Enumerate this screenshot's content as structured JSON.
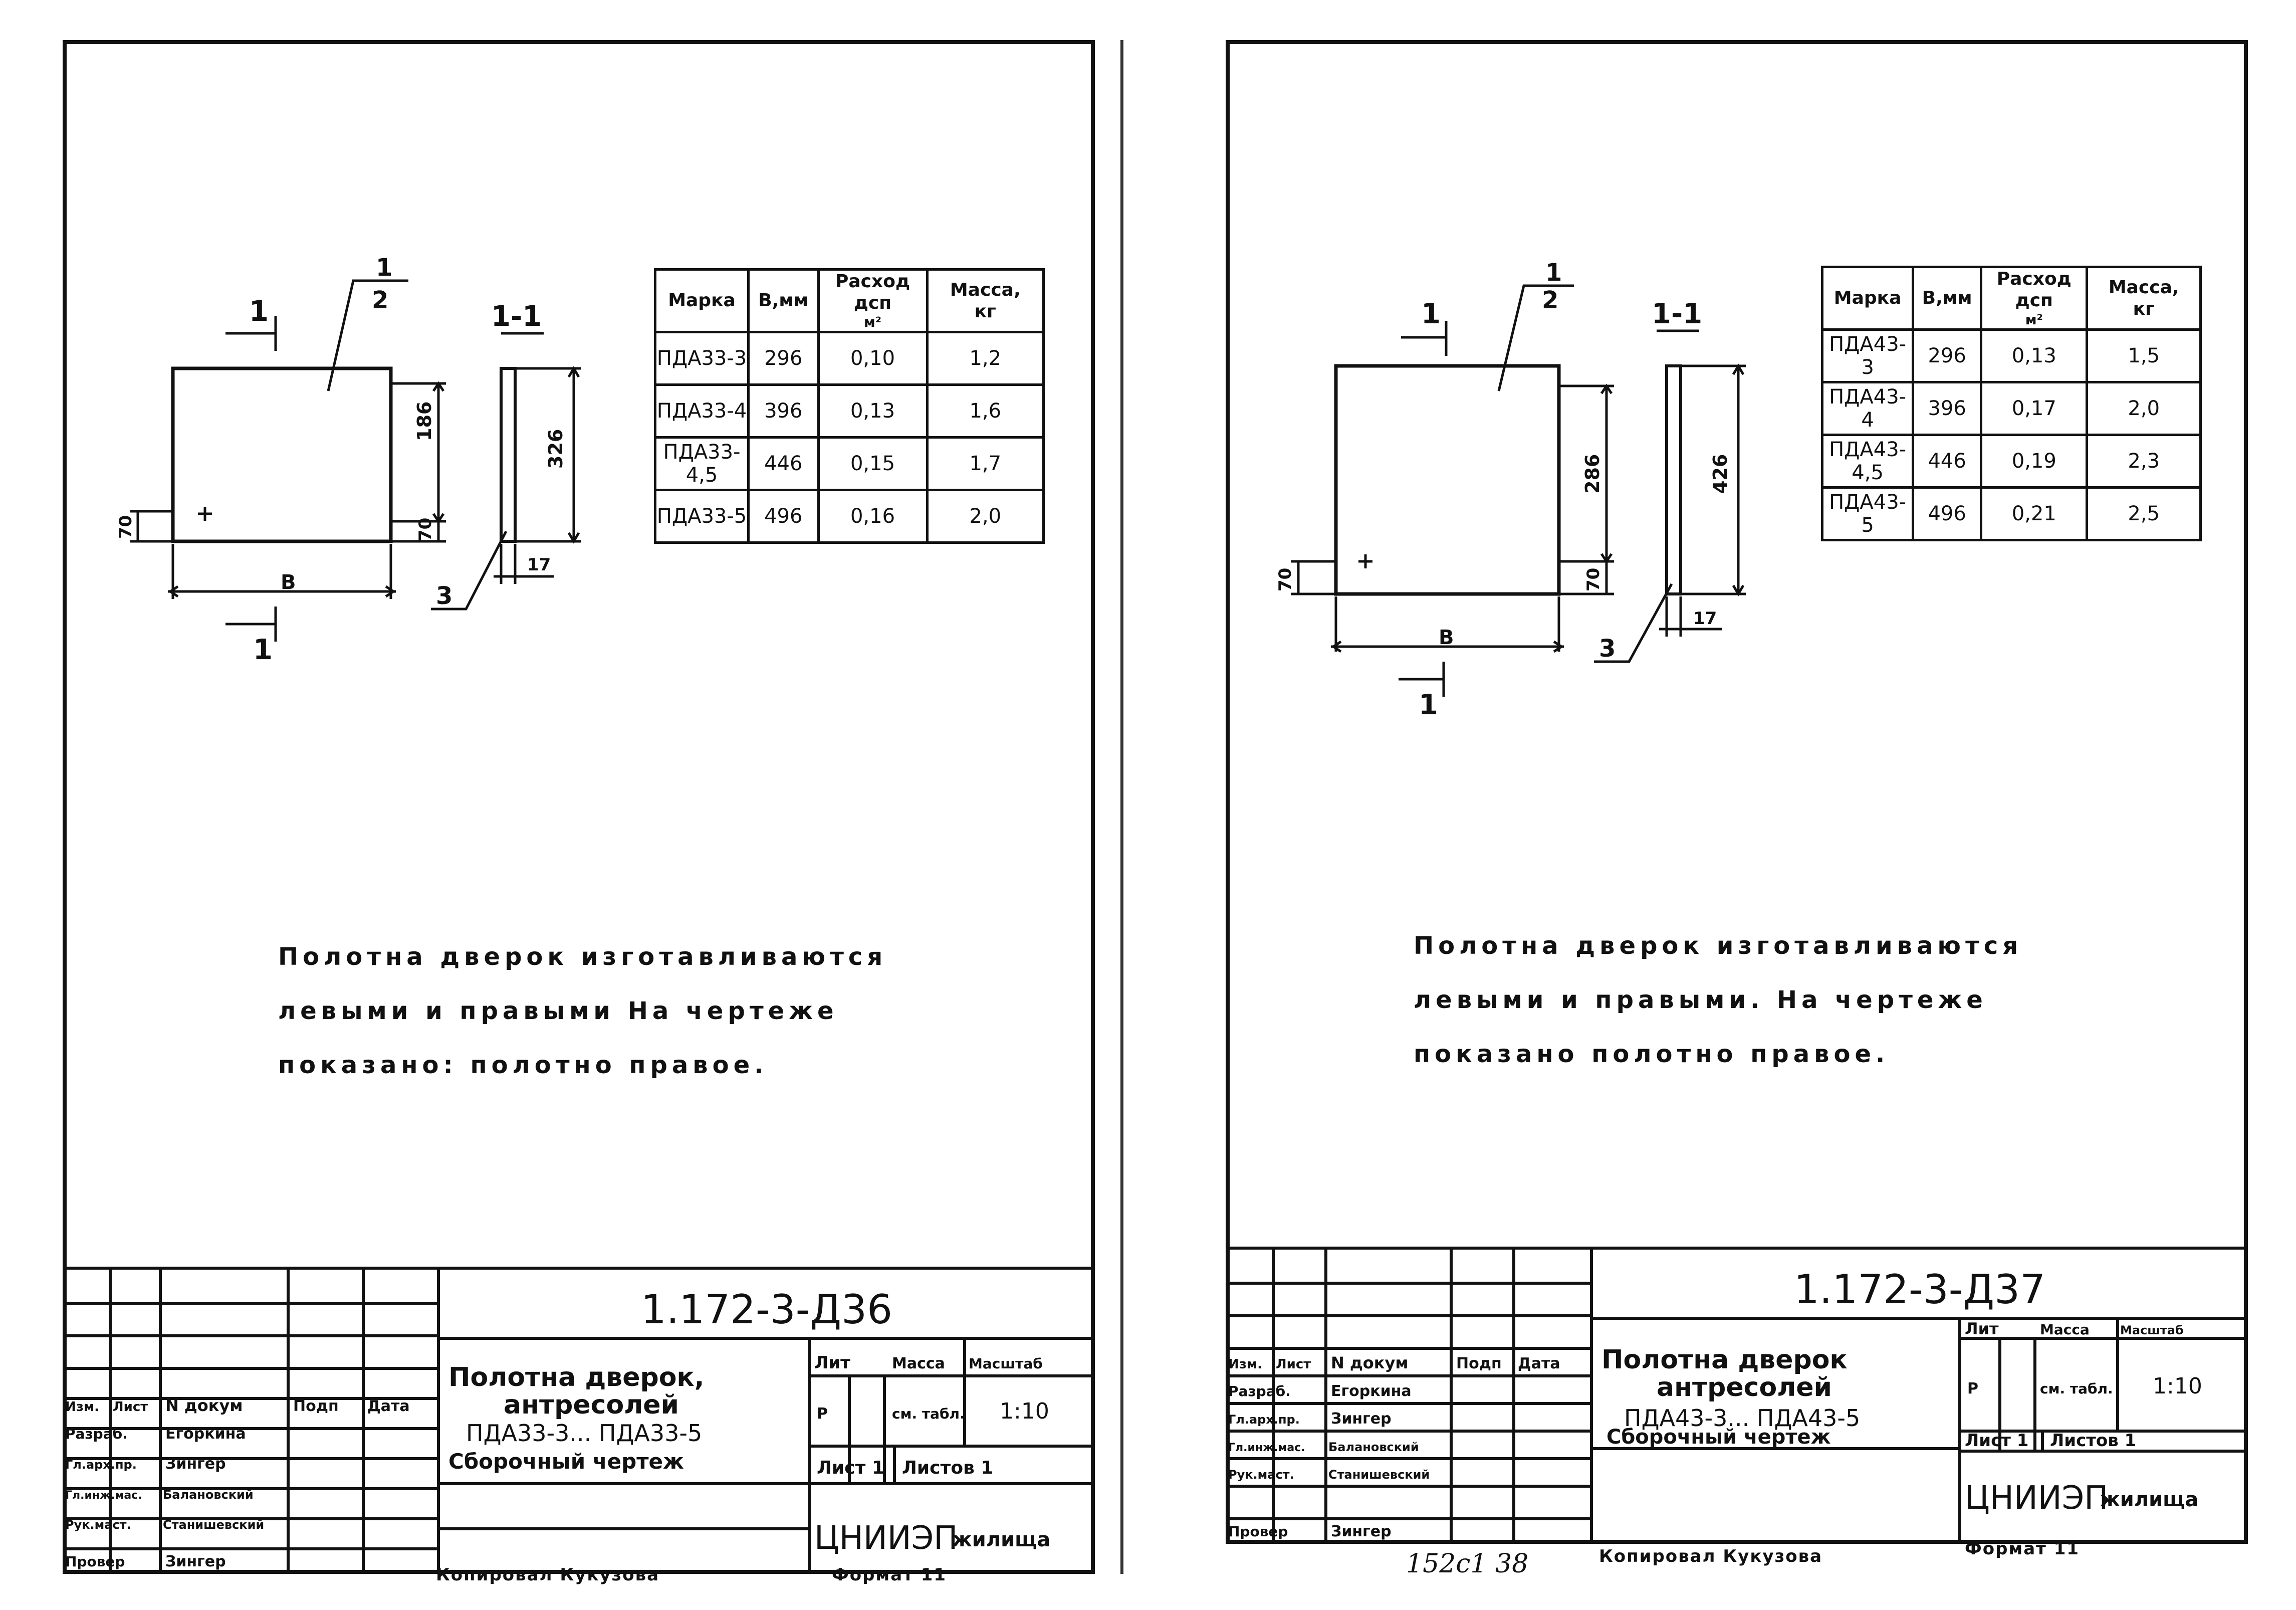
{
  "left": {
    "drawing": {
      "leader": "1",
      "leader_sub": "2",
      "section_mark": "1",
      "section_title": "1-1",
      "width_letter": "В",
      "dim_height": "186",
      "dim_full": "326",
      "dim_offset_left": "70",
      "dim_offset_right": "70",
      "thickness": "17",
      "callout": "3"
    },
    "table": {
      "headers": [
        "Марка",
        "В,мм",
        "Расход",
        "дсп",
        "м²",
        "Масса,",
        "кг"
      ],
      "rows": [
        [
          "ПДА33-3",
          "296",
          "0,10",
          "1,2"
        ],
        [
          "ПДА33-4",
          "396",
          "0,13",
          "1,6"
        ],
        [
          "ПДА33-4,5",
          "446",
          "0,15",
          "1,7"
        ],
        [
          "ПДА33-5",
          "496",
          "0,16",
          "2,0"
        ]
      ]
    },
    "note": [
      "Полотна дверок изготавливаются",
      "левыми и правыми На чертеже",
      "показано: полотно правое."
    ],
    "title_block": {
      "code": "1.172-3-Д36",
      "title": [
        "Полотна дверок,",
        "антресолей",
        "ПДА33-3... ПДА33-5"
      ],
      "subtitle": "Сборочный чертеж",
      "col_headers": [
        "Изм.",
        "Лист",
        "N докум",
        "Подп",
        "Дата"
      ],
      "roles": [
        "Разраб.",
        "Гл.арх.пр.",
        "Гл.инж.мас.",
        "Рук.маст.",
        "Провер"
      ],
      "names": [
        "Егоркина",
        "Зингер",
        "Балановский",
        "Станишевский",
        "Зингер"
      ],
      "lit": "Лит",
      "mass": "Масса",
      "scale_label": "Масштаб",
      "lit_value": "Р",
      "mass_value": "см. табл.",
      "scale_value": "1:10",
      "sheet_label": "Лист 1",
      "sheets_label": "Листов 1",
      "org": "ЦНИИЭП",
      "org_suffix": "жилища"
    },
    "copied_by": "Копировал Кукузова",
    "format": "Формат 11"
  },
  "right": {
    "drawing": {
      "leader": "1",
      "leader_sub": "2",
      "section_mark": "1",
      "section_title": "1-1",
      "width_letter": "В",
      "dim_height": "286",
      "dim_full": "426",
      "dim_offset_left": "70",
      "dim_offset_right": "70",
      "thickness": "17",
      "callout": "3"
    },
    "table": {
      "headers": [
        "Марка",
        "В,мм",
        "Расход",
        "дсп",
        "м²",
        "Масса,",
        "кг"
      ],
      "rows": [
        [
          "ПДА43-3",
          "296",
          "0,13",
          "1,5"
        ],
        [
          "ПДА43-4",
          "396",
          "0,17",
          "2,0"
        ],
        [
          "ПДА43-4,5",
          "446",
          "0,19",
          "2,3"
        ],
        [
          "ПДА43-5",
          "496",
          "0,21",
          "2,5"
        ]
      ]
    },
    "note": [
      "Полотна дверок изготавливаются",
      "левыми и правыми. На чертеже",
      "показано полотно правое."
    ],
    "title_block": {
      "code": "1.172-3-Д37",
      "title": [
        "Полотна дверок",
        "антресолей",
        "ПДА43-3... ПДА43-5"
      ],
      "subtitle": "Сборочный чертеж",
      "col_headers": [
        "Изм.",
        "Лист",
        "N докум",
        "Подп",
        "Дата"
      ],
      "roles": [
        "Разраб.",
        "Гл.арх.пр.",
        "Гл.инж.мас.",
        "Рук.маст.",
        "Провер"
      ],
      "names": [
        "Егоркина",
        "Зингер",
        "Балановский",
        "Станишевский",
        "Зингер"
      ],
      "lit": "Лит",
      "mass": "Масса",
      "scale_label": "Масштаб",
      "lit_value": "Р",
      "mass_value": "см. табл.",
      "scale_value": "1:10",
      "sheet_label": "Лист 1",
      "sheets_label": "Листов 1",
      "org": "ЦНИИЭП",
      "org_suffix": "жилища"
    },
    "copied_by": "Копировал Кукузова",
    "format": "Формат 11",
    "handwritten": "152с1  38"
  }
}
